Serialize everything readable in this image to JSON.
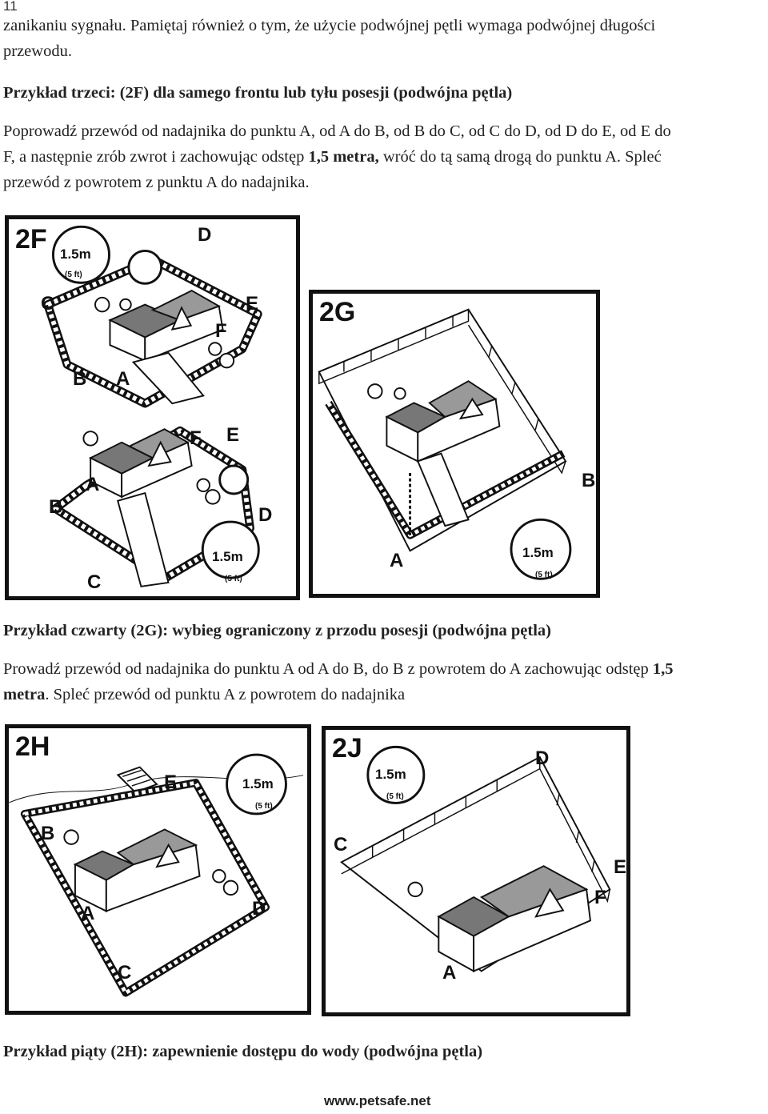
{
  "page_number": "11",
  "p1_line1": "zanikaniu sygnału. Pamiętaj również o tym, że użycie podwójnej pętli wymaga podwójnej długości",
  "p1_line2": "przewodu.",
  "heading_2f": "Przykład trzeci: (2F) dla samego frontu lub tyłu posesji (podwójna pętla)",
  "p2_line1": "Poprowadź przewód od nadajnika do punktu A, od A do B, od B do C, od C do D, od D do E, od E do",
  "p2_line2_a": "F, a następnie zrób zwrot i zachowując odstęp ",
  "p2_line2_b": "1,5 metra,",
  "p2_line2_c": " wróć do tą samą drogą do punktu A. Spleć",
  "p2_line3": "przewód z powrotem z punktu A do nadajnika.",
  "heading_2g": "Przykład czwarty (2G): wybieg ograniczony z przodu posesji (podwójna pętla)",
  "p3_line1_a": "Prowadź przewód od nadajnika do punktu A od A do B, do B z powrotem do A zachowując odstęp ",
  "p3_line1_b": "1,5",
  "p3_line2_a": "metra",
  "p3_line2_b": ". Spleć przewód od punktu A z powrotem do nadajnika",
  "heading_2h": "Przykład piąty (2H): zapewnienie dostępu do wody (podwójna pętla)",
  "footer": "www.petsafe.net",
  "figures": {
    "f2f": {
      "label": "2F",
      "points": [
        "D",
        "C",
        "E",
        "F",
        "B",
        "A",
        "F",
        "E",
        "A",
        "B",
        "D",
        "C"
      ],
      "dist": "1.5m",
      "dist_sub": "(5 ft)"
    },
    "f2g": {
      "label": "2G",
      "points": [
        "B",
        "A"
      ],
      "dist": "1.5m",
      "dist_sub": "(5 ft)"
    },
    "f2h": {
      "label": "2H",
      "points": [
        "E",
        "B",
        "A",
        "D",
        "C"
      ],
      "dist": "1.5m",
      "dist_sub": "(5 ft)"
    },
    "f2j": {
      "label": "2J",
      "points": [
        "D",
        "C",
        "E",
        "F",
        "A"
      ],
      "dist": "1.5m",
      "dist_sub": "(5 ft)"
    }
  }
}
